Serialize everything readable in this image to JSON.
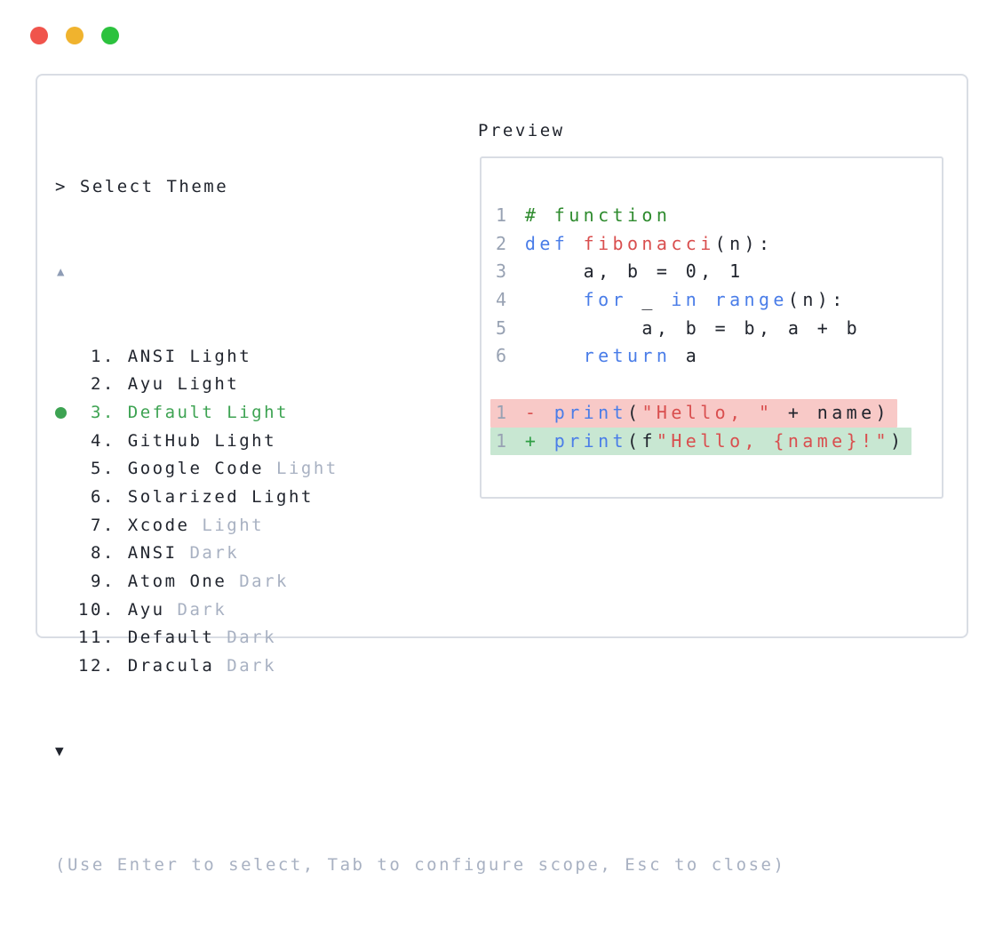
{
  "window": {
    "traffic_lights": [
      {
        "name": "close",
        "color": "#f0544c"
      },
      {
        "name": "minimize",
        "color": "#f0b32e"
      },
      {
        "name": "maximize",
        "color": "#2cc23e"
      }
    ]
  },
  "theme_picker": {
    "prompt": "> Select Theme",
    "scroll_up_indicator": "▲",
    "scroll_down_indicator": "▼",
    "items": [
      {
        "number": 1,
        "name": "ANSI",
        "variant": "Light",
        "variant_muted": false,
        "selected": false
      },
      {
        "number": 2,
        "name": "Ayu",
        "variant": "Light",
        "variant_muted": false,
        "selected": false
      },
      {
        "number": 3,
        "name": "Default",
        "variant": "Light",
        "variant_muted": false,
        "selected": true
      },
      {
        "number": 4,
        "name": "GitHub",
        "variant": "Light",
        "variant_muted": false,
        "selected": false
      },
      {
        "number": 5,
        "name": "Google Code",
        "variant": "Light",
        "variant_muted": true,
        "selected": false
      },
      {
        "number": 6,
        "name": "Solarized",
        "variant": "Light",
        "variant_muted": false,
        "selected": false
      },
      {
        "number": 7,
        "name": "Xcode",
        "variant": "Light",
        "variant_muted": true,
        "selected": false
      },
      {
        "number": 8,
        "name": "ANSI",
        "variant": "Dark",
        "variant_muted": true,
        "selected": false
      },
      {
        "number": 9,
        "name": "Atom One",
        "variant": "Dark",
        "variant_muted": true,
        "selected": false
      },
      {
        "number": 10,
        "name": "Ayu",
        "variant": "Dark",
        "variant_muted": true,
        "selected": false
      },
      {
        "number": 11,
        "name": "Default",
        "variant": "Dark",
        "variant_muted": true,
        "selected": false
      },
      {
        "number": 12,
        "name": "Dracula",
        "variant": "Dark",
        "variant_muted": true,
        "selected": false
      }
    ]
  },
  "preview": {
    "label": "Preview",
    "code_lines": [
      {
        "num": "1",
        "tokens": [
          [
            "# function",
            "comment"
          ]
        ]
      },
      {
        "num": "2",
        "tokens": [
          [
            "def",
            "keyword"
          ],
          [
            " ",
            ""
          ],
          [
            "fibonacci",
            "function"
          ],
          [
            "(n):",
            ""
          ]
        ]
      },
      {
        "num": "3",
        "tokens": [
          [
            "    a, b = 0, 1",
            ""
          ]
        ]
      },
      {
        "num": "4",
        "tokens": [
          [
            "    ",
            ""
          ],
          [
            "for",
            "keyword"
          ],
          [
            " _ ",
            ""
          ],
          [
            "in",
            "keyword"
          ],
          [
            " ",
            ""
          ],
          [
            "range",
            "keyword"
          ],
          [
            "(n):",
            ""
          ]
        ]
      },
      {
        "num": "5",
        "tokens": [
          [
            "        a, b = b, a + b",
            ""
          ]
        ]
      },
      {
        "num": "6",
        "tokens": [
          [
            "    ",
            ""
          ],
          [
            "return",
            "keyword"
          ],
          [
            " a",
            ""
          ]
        ]
      },
      {
        "blank": true
      },
      {
        "num": "1",
        "diff": "removed",
        "tokens": [
          [
            "- ",
            "diff-del"
          ],
          [
            "print",
            "keyword"
          ],
          [
            "(",
            ""
          ],
          [
            "\"Hello, \"",
            "string"
          ],
          [
            " + name)",
            ""
          ]
        ]
      },
      {
        "num": "1",
        "diff": "added",
        "tokens": [
          [
            "+ ",
            "diff-add"
          ],
          [
            "print",
            "keyword"
          ],
          [
            "(f",
            ""
          ],
          [
            "\"Hello, {name}!\"",
            "string"
          ],
          [
            ")",
            ""
          ]
        ]
      }
    ]
  },
  "footer": {
    "hint": "(Use Enter to select, Tab to configure scope, Esc to close)"
  },
  "colors": {
    "text_dark": "#21252e",
    "muted_gray": "#a8b1c2",
    "line_number_gray": "#98a2b3",
    "scroll_up": "#8e9cb5",
    "selected_green": "#3da352",
    "c_keyword": "#4a7de8",
    "c_function": "#d94f4f",
    "c_string": "#d94f4f",
    "c_comment": "#2e8b2e",
    "c_diff_del": "#d94f4f",
    "c_diff_add": "#2f9e44",
    "diff_removed_bg": "#f8c9c7",
    "diff_added_bg": "#c8e7d2",
    "panel_border": "#d9dde4"
  }
}
